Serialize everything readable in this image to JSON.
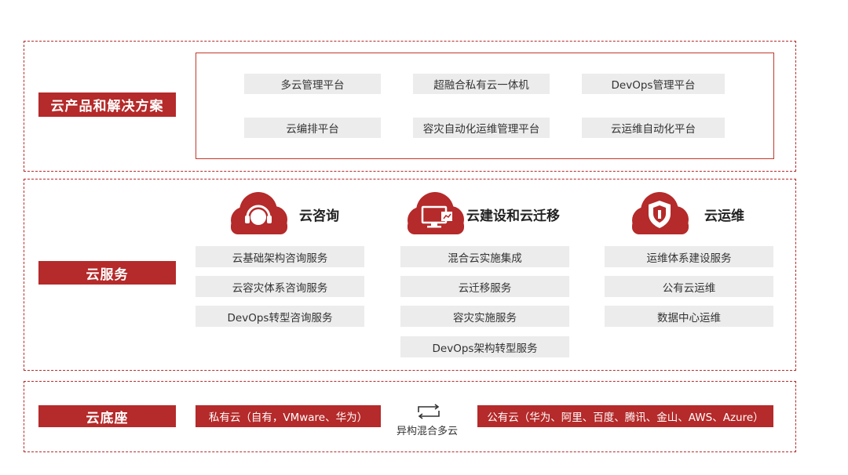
{
  "colors": {
    "accent": "#b52a2a",
    "box_bg": "#ececec"
  },
  "products": {
    "label": "云产品和解决方案",
    "items": [
      "多云管理平台",
      "超融合私有云一体机",
      "DevOps管理平台",
      "云编排平台",
      "容灾自动化运维管理平台",
      "云运维自动化平台"
    ]
  },
  "services": {
    "label": "云服务",
    "consulting": {
      "title": "云咨询",
      "icon": "headset-cloud-icon",
      "items": [
        "云基础架构咨询服务",
        "云容灾体系咨询服务",
        "DevOps转型咨询服务"
      ]
    },
    "construction": {
      "title": "云建设和云迁移",
      "icon": "monitor-cloud-icon",
      "items": [
        "混合云实施集成",
        "云迁移服务",
        "容灾实施服务",
        "DevOps架构转型服务"
      ]
    },
    "operations": {
      "title": "云运维",
      "icon": "shield-cloud-icon",
      "items": [
        "运维体系建设服务",
        "公有云运维",
        "数据中心运维"
      ]
    }
  },
  "base": {
    "label": "云底座",
    "private_cloud": "私有云（自有，VMware、华为）",
    "middle_icon": "sync-arrows-icon",
    "middle_text": "异构混合多云",
    "public_cloud": "公有云（华为、阿里、百度、腾讯、金山、AWS、Azure）"
  }
}
